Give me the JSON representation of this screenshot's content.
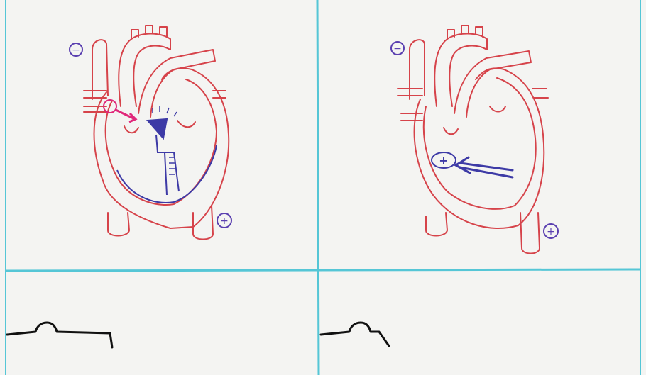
{
  "board": {
    "background": "#f4f4f2",
    "grid_color": "#55c6d6",
    "heart_outline_color": "#d6434a",
    "ink_blue": "#3d3aa6",
    "ink_pink": "#e0287a",
    "ecg_ink": "#111111"
  },
  "panels": [
    {
      "name": "heart-with-conduction",
      "markers": {
        "negative": "−",
        "positive": "+",
        "source": "−"
      }
    },
    {
      "name": "heart-with-dipole-arrow",
      "markers": {
        "negative": "−",
        "positive": "+",
        "dipole": "+"
      }
    }
  ],
  "ecg_traces": [
    {
      "name": "ecg-trace-left",
      "waveform": "p-wave-then-flat"
    },
    {
      "name": "ecg-trace-right",
      "waveform": "p-wave-then-drop"
    }
  ]
}
